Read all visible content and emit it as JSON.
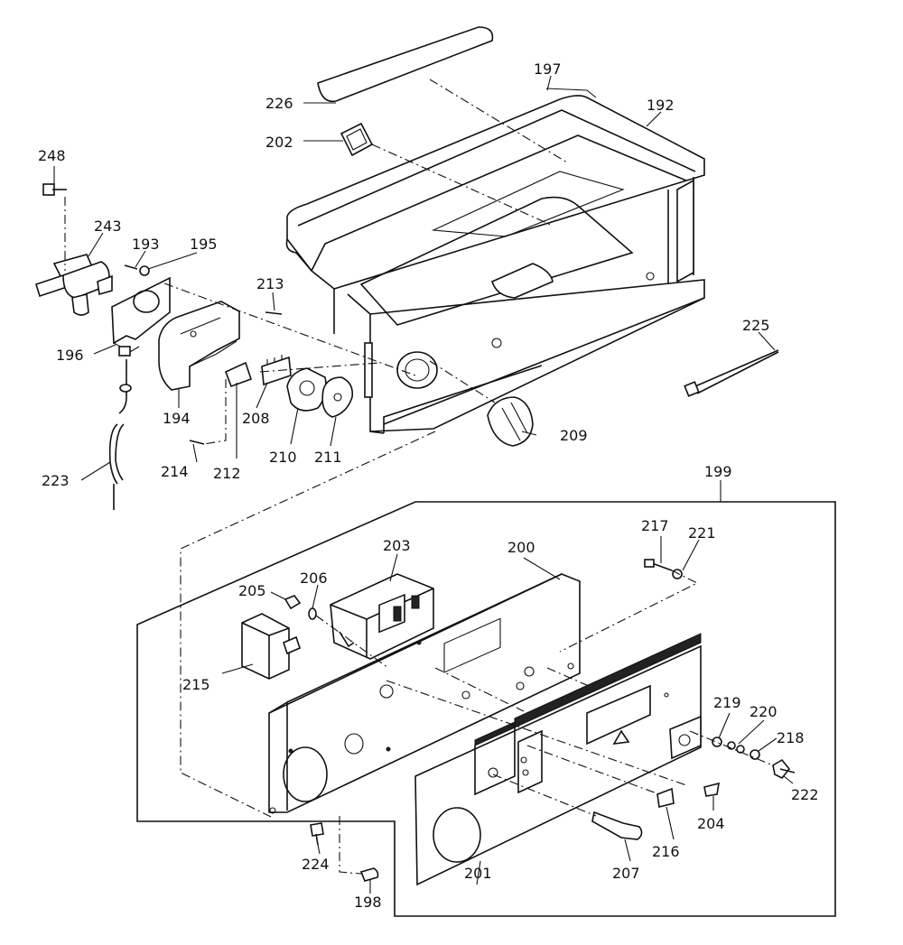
{
  "labels": {
    "l192": "192",
    "l193": "193",
    "l194": "194",
    "l195": "195",
    "l196": "196",
    "l197": "197",
    "l198": "198",
    "l199": "199",
    "l200": "200",
    "l201": "201",
    "l202": "202",
    "l203": "203",
    "l204": "204",
    "l205": "205",
    "l206": "206",
    "l207": "207",
    "l208": "208",
    "l209": "209",
    "l210": "210",
    "l211": "211",
    "l212": "212",
    "l213": "213",
    "l214": "214",
    "l215": "215",
    "l216": "216",
    "l217": "217",
    "l218": "218",
    "l219": "219",
    "l220": "220",
    "l221": "221",
    "l222": "222",
    "l223": "223",
    "l224": "224",
    "l225": "225",
    "l226": "226",
    "l243": "243",
    "l248": "248"
  }
}
